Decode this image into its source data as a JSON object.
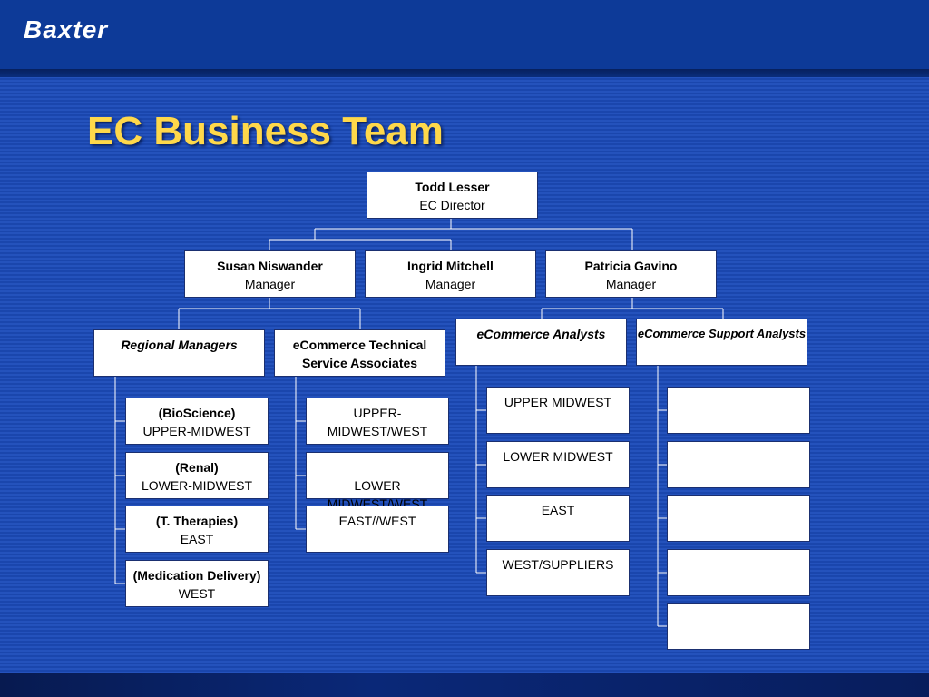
{
  "brand": {
    "logo_text": "Baxter"
  },
  "slide": {
    "title": "EC Business Team"
  },
  "director": {
    "name": "Todd Lesser",
    "role": "EC Director"
  },
  "managers": [
    {
      "name": "Susan Niswander",
      "role": "Manager"
    },
    {
      "name": "Ingrid Mitchell",
      "role": "Manager"
    },
    {
      "name": "Patricia Gavino",
      "role": "Manager"
    }
  ],
  "groups": {
    "regional": {
      "label": "Regional Managers",
      "items": [
        {
          "name": "(BioScience)",
          "region": "UPPER-MIDWEST"
        },
        {
          "name": "(Renal)",
          "region": "LOWER-MIDWEST"
        },
        {
          "name": "(T. Therapies)",
          "region": "EAST"
        },
        {
          "name": "(Medication Delivery)",
          "region": "WEST"
        }
      ]
    },
    "technical": {
      "label_line1": "eCommerce Technical",
      "label_line2": "Service Associates",
      "items": [
        "UPPER-MIDWEST/WEST",
        "LOWER MIDWEST/WEST",
        "EAST//WEST"
      ]
    },
    "analysts": {
      "label": "eCommerce Analysts",
      "items": [
        "UPPER MIDWEST",
        "LOWER MIDWEST",
        "EAST",
        "WEST/SUPPLIERS"
      ]
    },
    "support": {
      "label": "eCommerce Support Analysts",
      "items": [
        "",
        "",
        "",
        "",
        ""
      ]
    }
  }
}
